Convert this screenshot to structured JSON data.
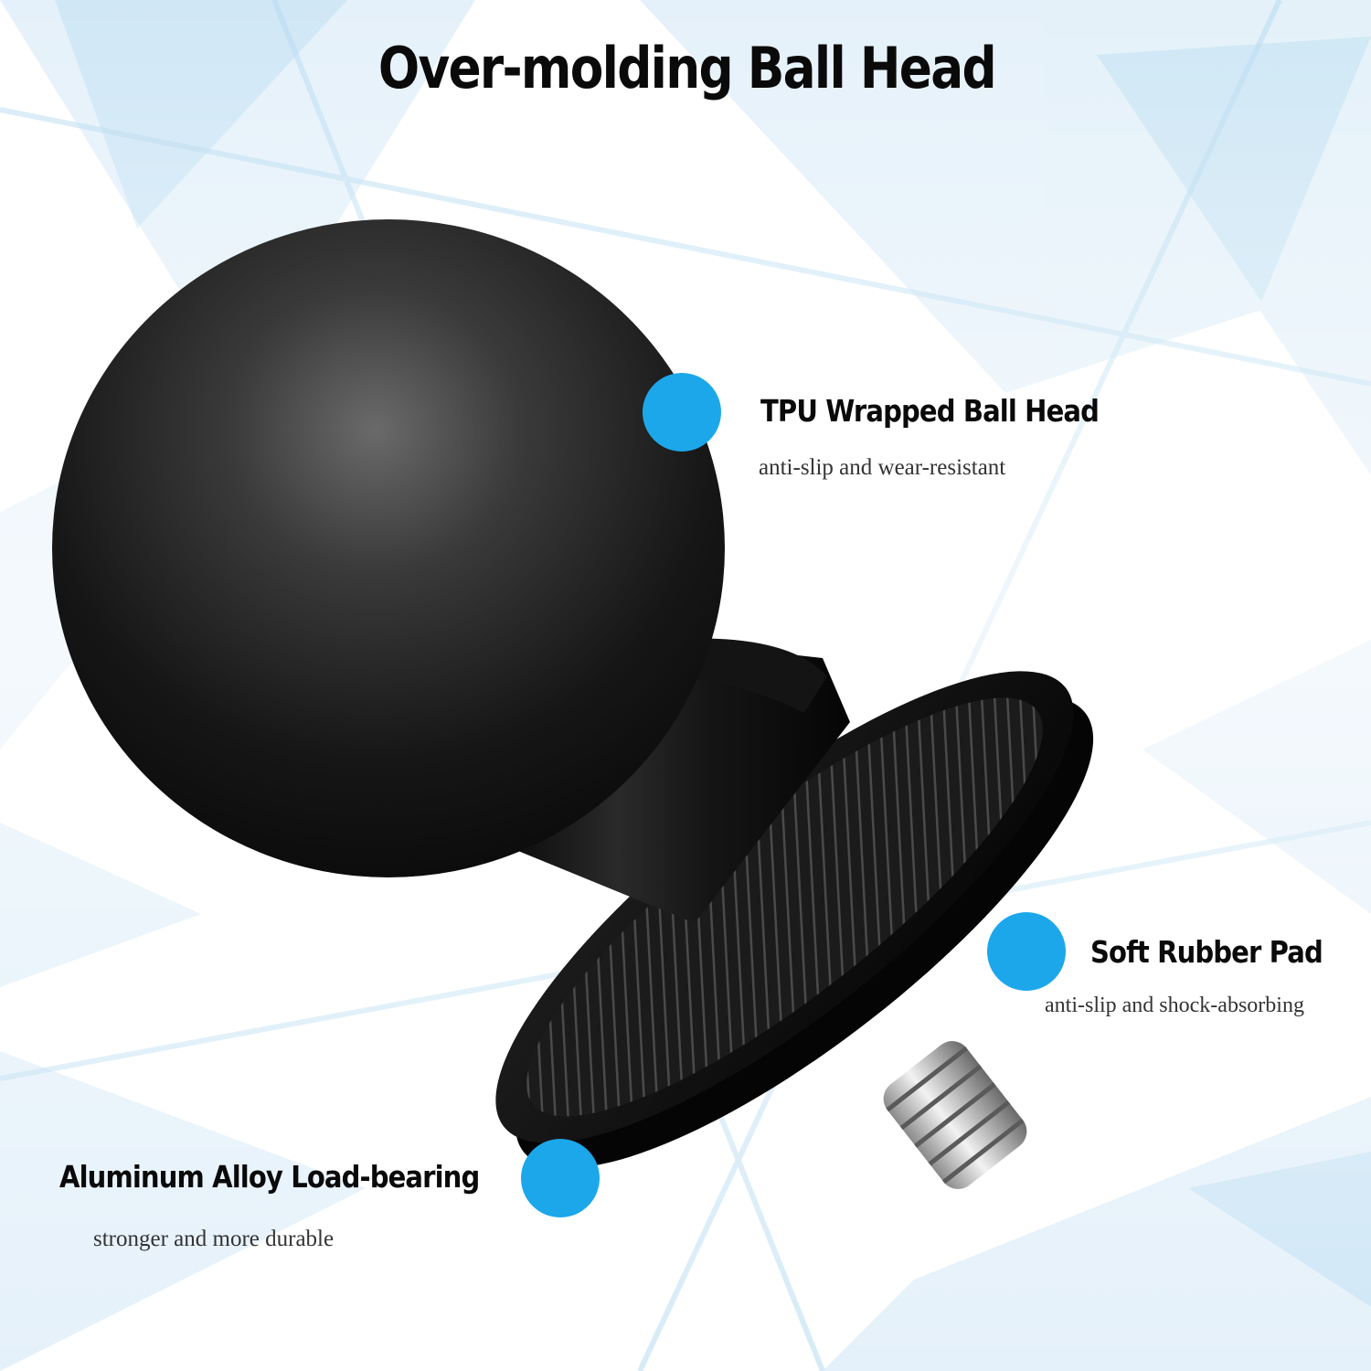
{
  "title": "Over-molding Ball Head",
  "colors": {
    "accent": "#1ca7ea",
    "title_text": "#0a0a0a",
    "background_tint": "#cfe6f5",
    "product": "#111111"
  },
  "features": [
    {
      "title": "TPU Wrapped  Ball Head",
      "subtitle": "anti-slip and wear-resistant"
    },
    {
      "title": "Soft Rubber Pad",
      "subtitle": "anti-slip and shock-absorbing"
    },
    {
      "title": "Aluminum Alloy Load-bearing",
      "subtitle": "stronger and more durable"
    }
  ]
}
